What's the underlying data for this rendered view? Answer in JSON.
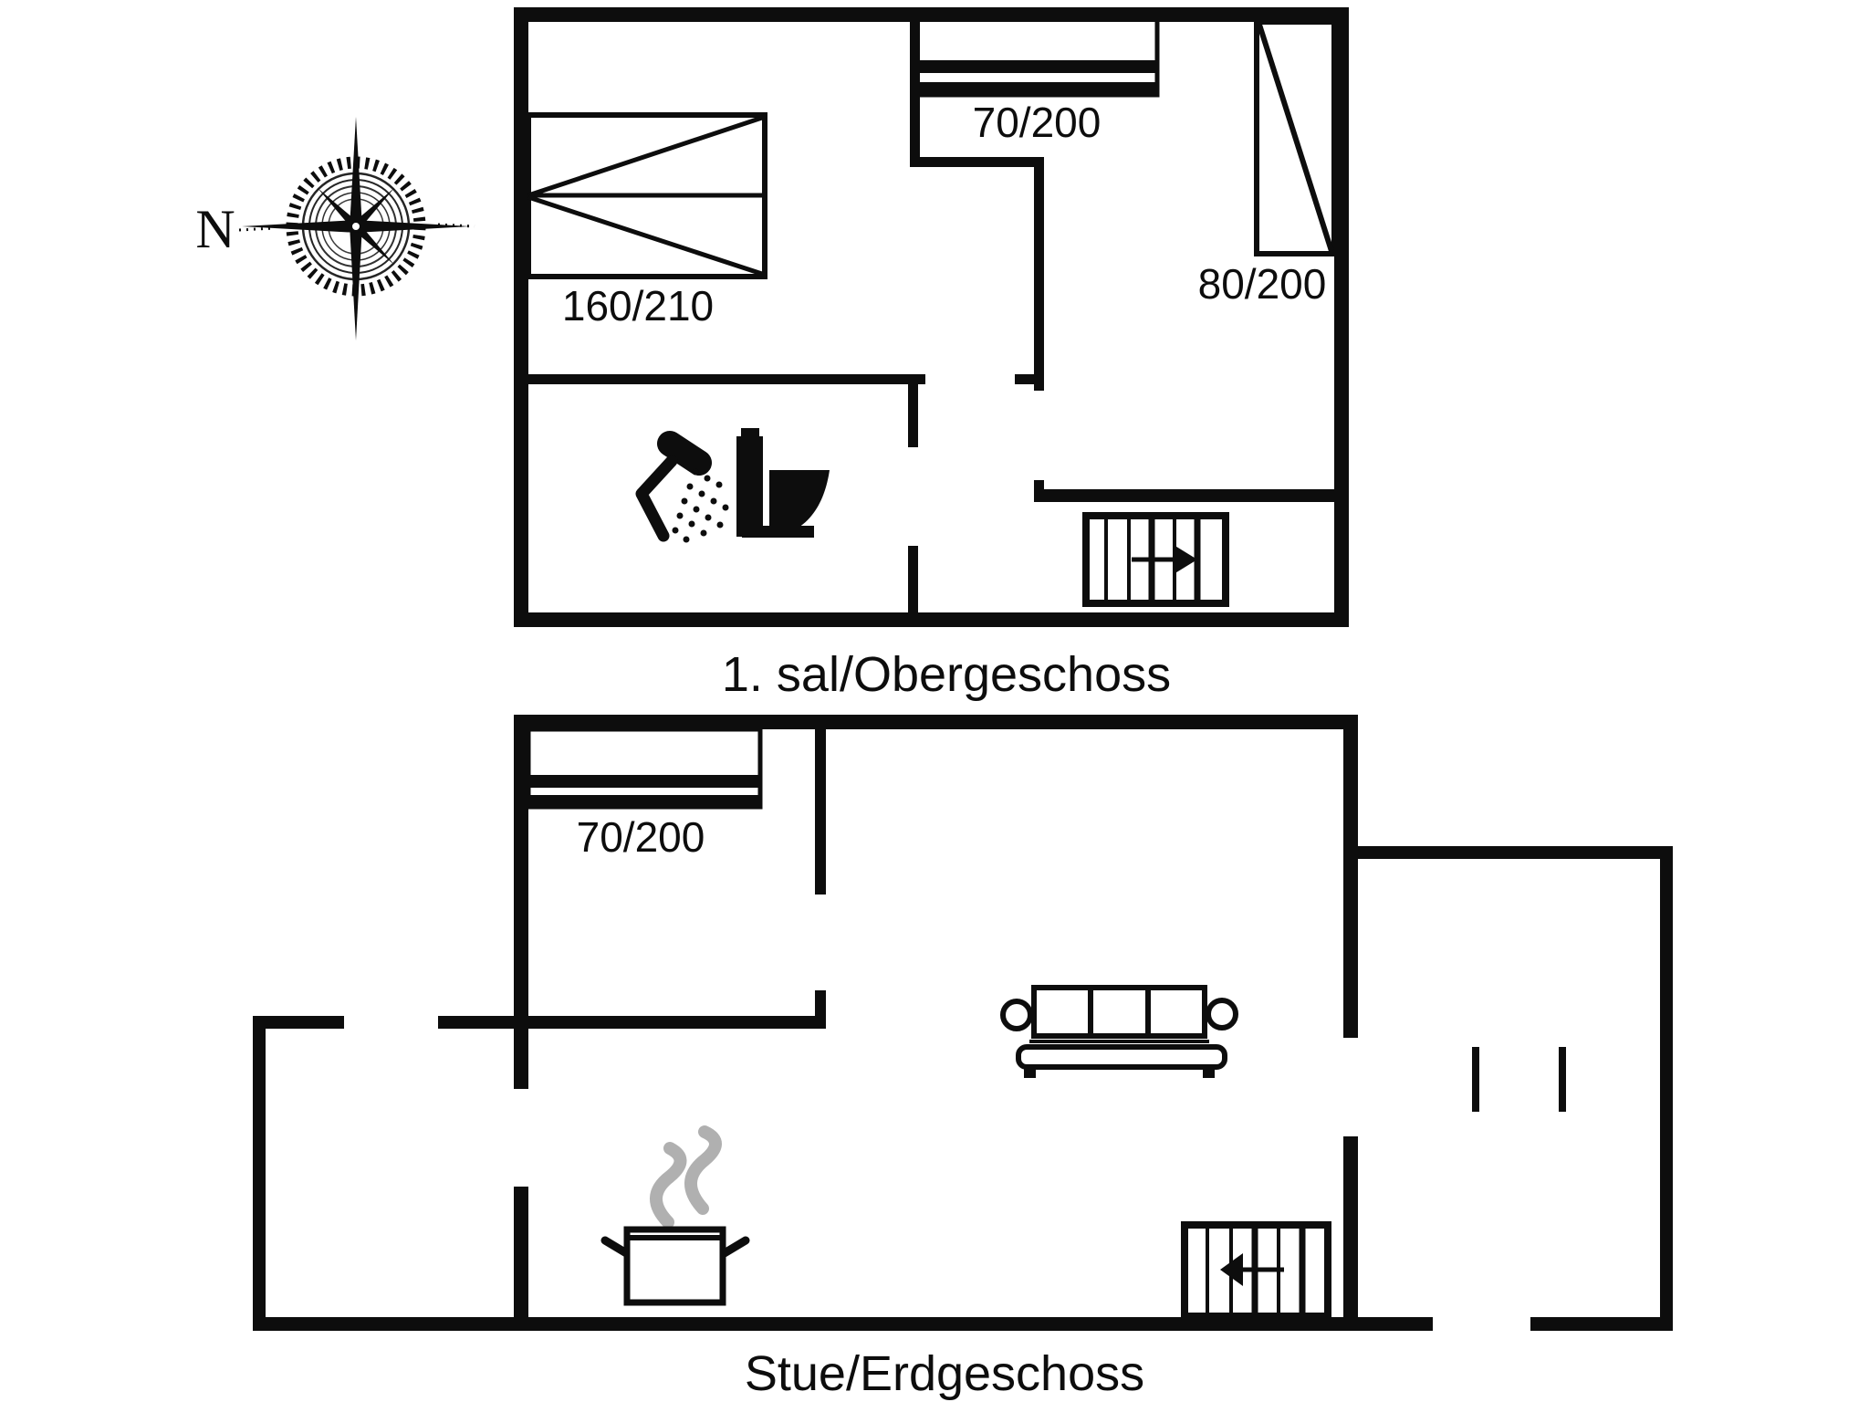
{
  "theme": {
    "ink": "#0d0d0d",
    "steam": "#b0b0b0",
    "background": "#ffffff"
  },
  "compass": {
    "north_label": "N"
  },
  "upper_floor": {
    "label": "1. sal/Obergeschoss",
    "bed_double": "160/210",
    "bed_single_top": "70/200",
    "bed_single_right": "80/200",
    "icons": [
      "shower-icon",
      "toilet-icon",
      "staircase-arrow-right"
    ]
  },
  "ground_floor": {
    "label": "Stue/Erdgeschoss",
    "bed_single": "70/200",
    "icons": [
      "sofa-icon",
      "cooking-pot-icon",
      "steam-icon",
      "staircase-arrow-left"
    ]
  }
}
